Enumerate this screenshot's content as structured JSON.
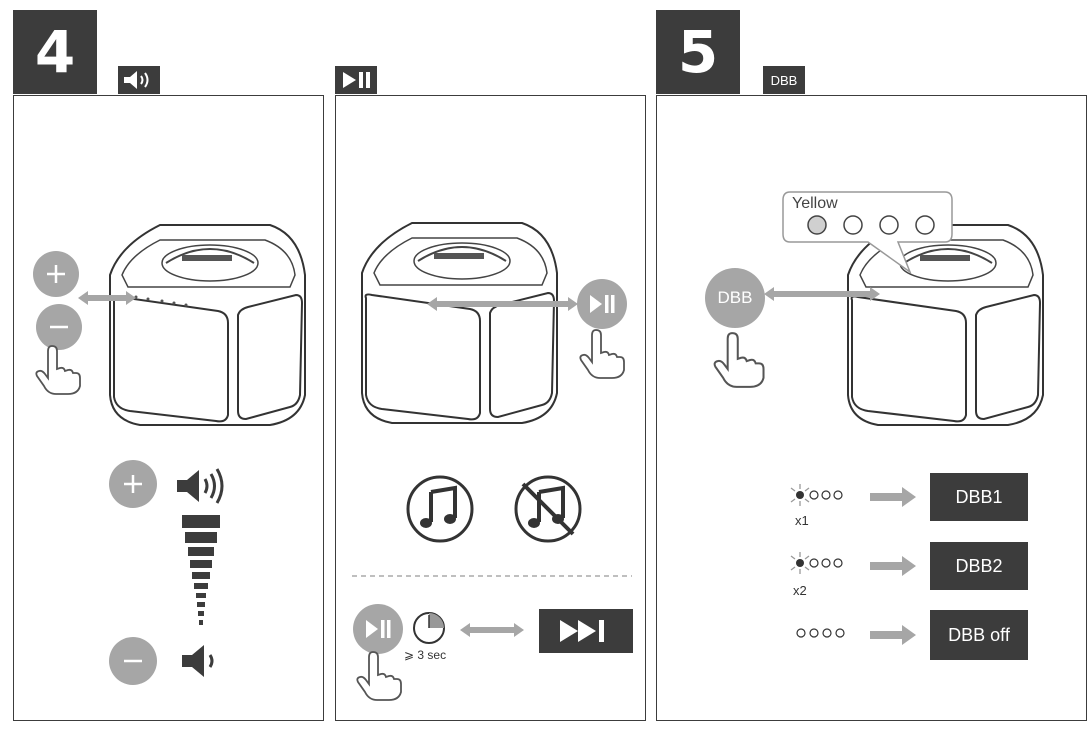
{
  "step4": {
    "number": "4"
  },
  "step5": {
    "number": "5"
  },
  "dbb_tab": {
    "label": "DBB"
  },
  "playpause_panel": {
    "hold_label": "⩾ 3 sec"
  },
  "dbb_panel": {
    "button_label": "DBB",
    "popup_label": "Yellow",
    "modes": [
      {
        "count_label": "x1",
        "result": "DBB1"
      },
      {
        "count_label": "x2",
        "result": "DBB2"
      },
      {
        "count_label": "",
        "result": "DBB off"
      }
    ]
  },
  "colors": {
    "dark": "#3c3c3c",
    "button_gray": "#a6a6a6",
    "arrow_gray": "#a6a6a6"
  },
  "icons": [
    "speaker-volume-icon",
    "play-pause-icon",
    "hand-pointer-icon",
    "music-note-icon",
    "music-off-icon",
    "timer-icon",
    "skip-next-icon"
  ]
}
